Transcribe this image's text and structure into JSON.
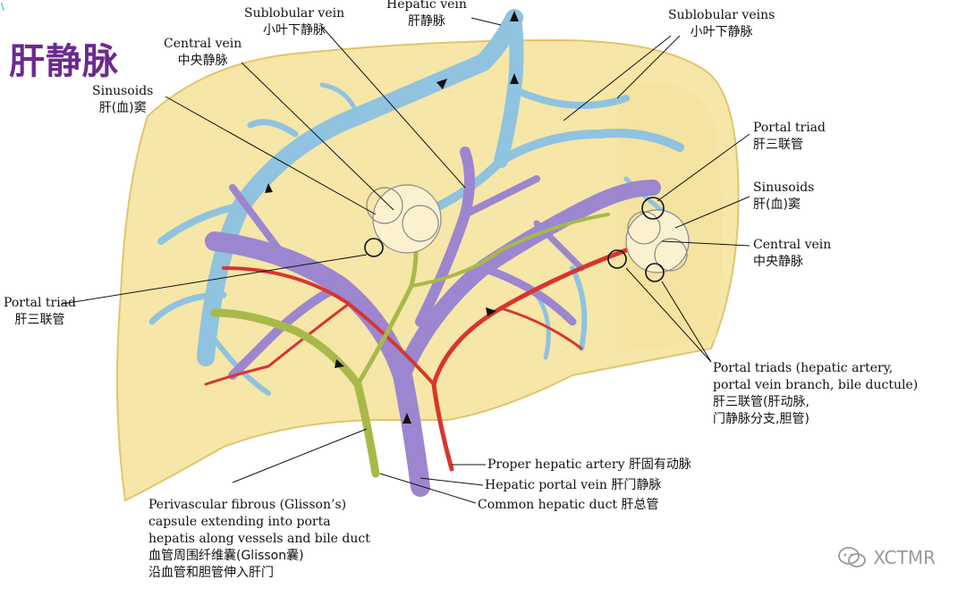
{
  "title": "肝静脉",
  "corner_mark": "\\",
  "labels": {
    "hepatic_vein_en": "Hepatic vein",
    "hepatic_vein_zh": "肝静脉",
    "sublobular_vein_en": "Sublobular vein",
    "sublobular_vein_zh": "小叶下静脉",
    "sublobular_veins_en": "Sublobular veins",
    "sublobular_veins_zh": "小叶下静脉",
    "central_vein_left_en": "Central vein",
    "central_vein_left_zh": "中央静脉",
    "sinusoids_left_en": "Sinusoids",
    "sinusoids_left_zh": "肝(血)窦",
    "portal_triad_right_en": "Portal triad",
    "portal_triad_right_zh": "肝三联管",
    "sinusoids_right_en": "Sinusoids",
    "sinusoids_right_zh": "肝(血)窦",
    "central_vein_right_en": "Central vein",
    "central_vein_right_zh": "中央静脉",
    "portal_triad_left_en": "Portal triad",
    "portal_triad_left_zh": "肝三联管",
    "portal_triads_line1": "Portal triads (hepatic artery,",
    "portal_triads_line2": "portal vein branch, bile ductule)",
    "portal_triads_line3": "肝三联管(肝动脉,",
    "portal_triads_line4": "门静脉分支,胆管)",
    "proper_hepatic_artery": "Proper hepatic artery 肝固有动脉",
    "hepatic_portal_vein": "Hepatic portal vein 肝门静脉",
    "common_hepatic_duct": "Common hepatic duct 肝总管",
    "glisson_line1": "Perivascular fibrous (Glisson’s)",
    "glisson_line2": "capsule extending into porta",
    "glisson_line3": "hepatis along vessels and bile duct",
    "glisson_line4": "血管周围纤维囊(Glisson囊)",
    "glisson_line5": "沿血管和胆管伸入肝门"
  },
  "watermark": "XCTMR",
  "colors": {
    "liver": "#f6e6a8",
    "liver_edge": "#e8cf7a",
    "hepatic_vein": "#8fc3e0",
    "portal_vein": "#9c86cf",
    "artery": "#d6362f",
    "bile_duct": "#a8b94a",
    "title": "#6b2a8f"
  }
}
